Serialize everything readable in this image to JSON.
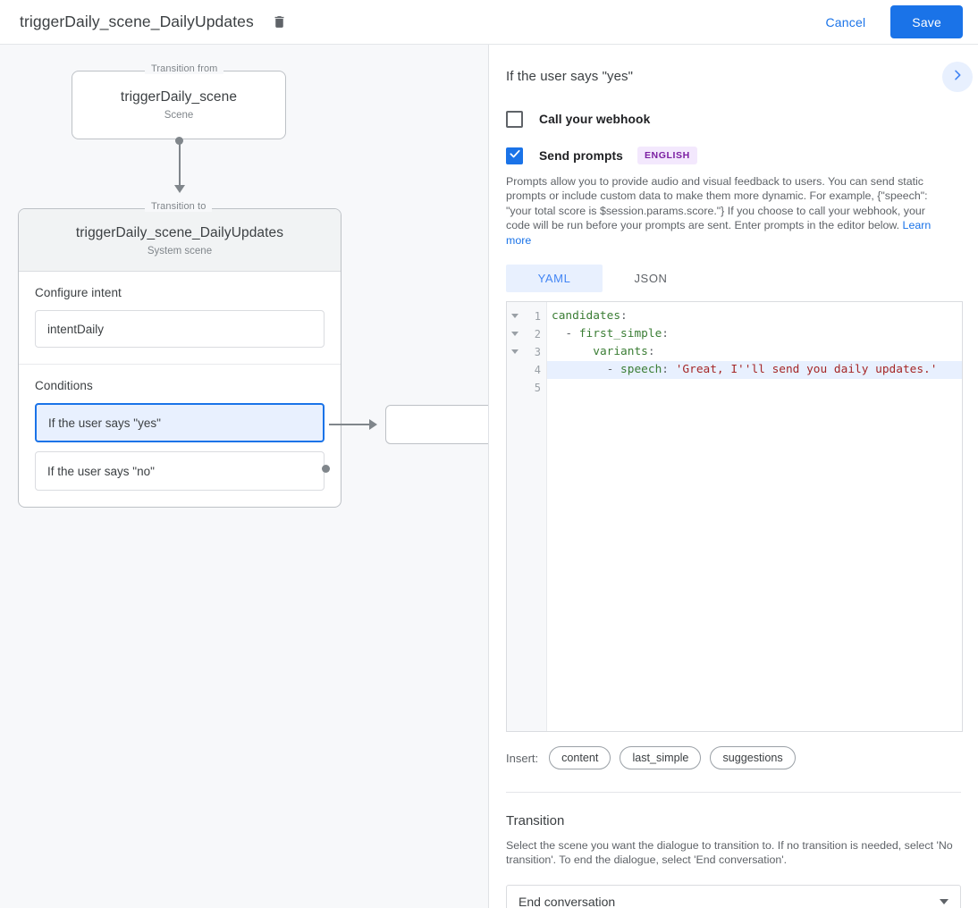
{
  "topbar": {
    "title": "triggerDaily_scene_DailyUpdates",
    "delete_icon": "trash-icon",
    "cancel_label": "Cancel",
    "save_label": "Save",
    "accent_color": "#1a73e8"
  },
  "graph": {
    "from_legend": "Transition from",
    "from_node": {
      "title": "triggerDaily_scene",
      "subtitle": "Scene"
    },
    "to_legend": "Transition to",
    "to_node": {
      "title": "triggerDaily_scene_DailyUpdates",
      "subtitle": "System scene"
    },
    "intent_section": {
      "label": "Configure intent",
      "value": "intentDaily"
    },
    "conditions_section": {
      "label": "Conditions",
      "items": [
        {
          "label": "If the user says \"yes\"",
          "selected": true
        },
        {
          "label": "If the user says \"no\"",
          "selected": false
        }
      ]
    }
  },
  "panel": {
    "title": "If the user says \"yes\"",
    "collapse_icon": "chevron-right-icon",
    "webhook": {
      "label": "Call your webhook",
      "checked": false
    },
    "prompts": {
      "label": "Send prompts",
      "checked": true,
      "badge": "ENGLISH",
      "badge_bg": "#f3e8fd",
      "badge_fg": "#7b1fa2",
      "help": "Prompts allow you to provide audio and visual feedback to users. You can send static prompts or include custom data to make them more dynamic. For example, {\"speech\": \"your total score is $session.params.score.\"} If you choose to call your webhook, your code will be run before your prompts are sent. Enter prompts in the editor below. ",
      "help_link": "Learn more"
    },
    "editor": {
      "tabs": [
        {
          "label": "YAML",
          "active": true
        },
        {
          "label": "JSON",
          "active": false
        }
      ],
      "lines": [
        {
          "n": "1",
          "fold": true,
          "hl": false,
          "segments": [
            {
              "t": "candidates",
              "c": "k"
            },
            {
              "t": ":",
              "c": "p"
            }
          ]
        },
        {
          "n": "2",
          "fold": true,
          "hl": false,
          "segments": [
            {
              "t": "  - ",
              "c": "p"
            },
            {
              "t": "first_simple",
              "c": "k"
            },
            {
              "t": ":",
              "c": "p"
            }
          ]
        },
        {
          "n": "3",
          "fold": true,
          "hl": false,
          "segments": [
            {
              "t": "      ",
              "c": "p"
            },
            {
              "t": "variants",
              "c": "k"
            },
            {
              "t": ":",
              "c": "p"
            }
          ]
        },
        {
          "n": "4",
          "fold": false,
          "hl": true,
          "segments": [
            {
              "t": "        - ",
              "c": "p"
            },
            {
              "t": "speech",
              "c": "k"
            },
            {
              "t": ": ",
              "c": "p"
            },
            {
              "t": "'Great, I''ll send you daily updates.'",
              "c": "s"
            }
          ]
        },
        {
          "n": "5",
          "fold": false,
          "hl": false,
          "segments": [
            {
              "t": "",
              "c": "p"
            }
          ]
        }
      ]
    },
    "insert": {
      "label": "Insert:",
      "chips": [
        "content",
        "last_simple",
        "suggestions"
      ]
    },
    "transition": {
      "title": "Transition",
      "description": "Select the scene you want the dialogue to transition to. If no transition is needed, select 'No transition'. To end the dialogue, select 'End conversation'.",
      "selected": "End conversation",
      "caret_icon": "chevron-down-icon"
    }
  }
}
